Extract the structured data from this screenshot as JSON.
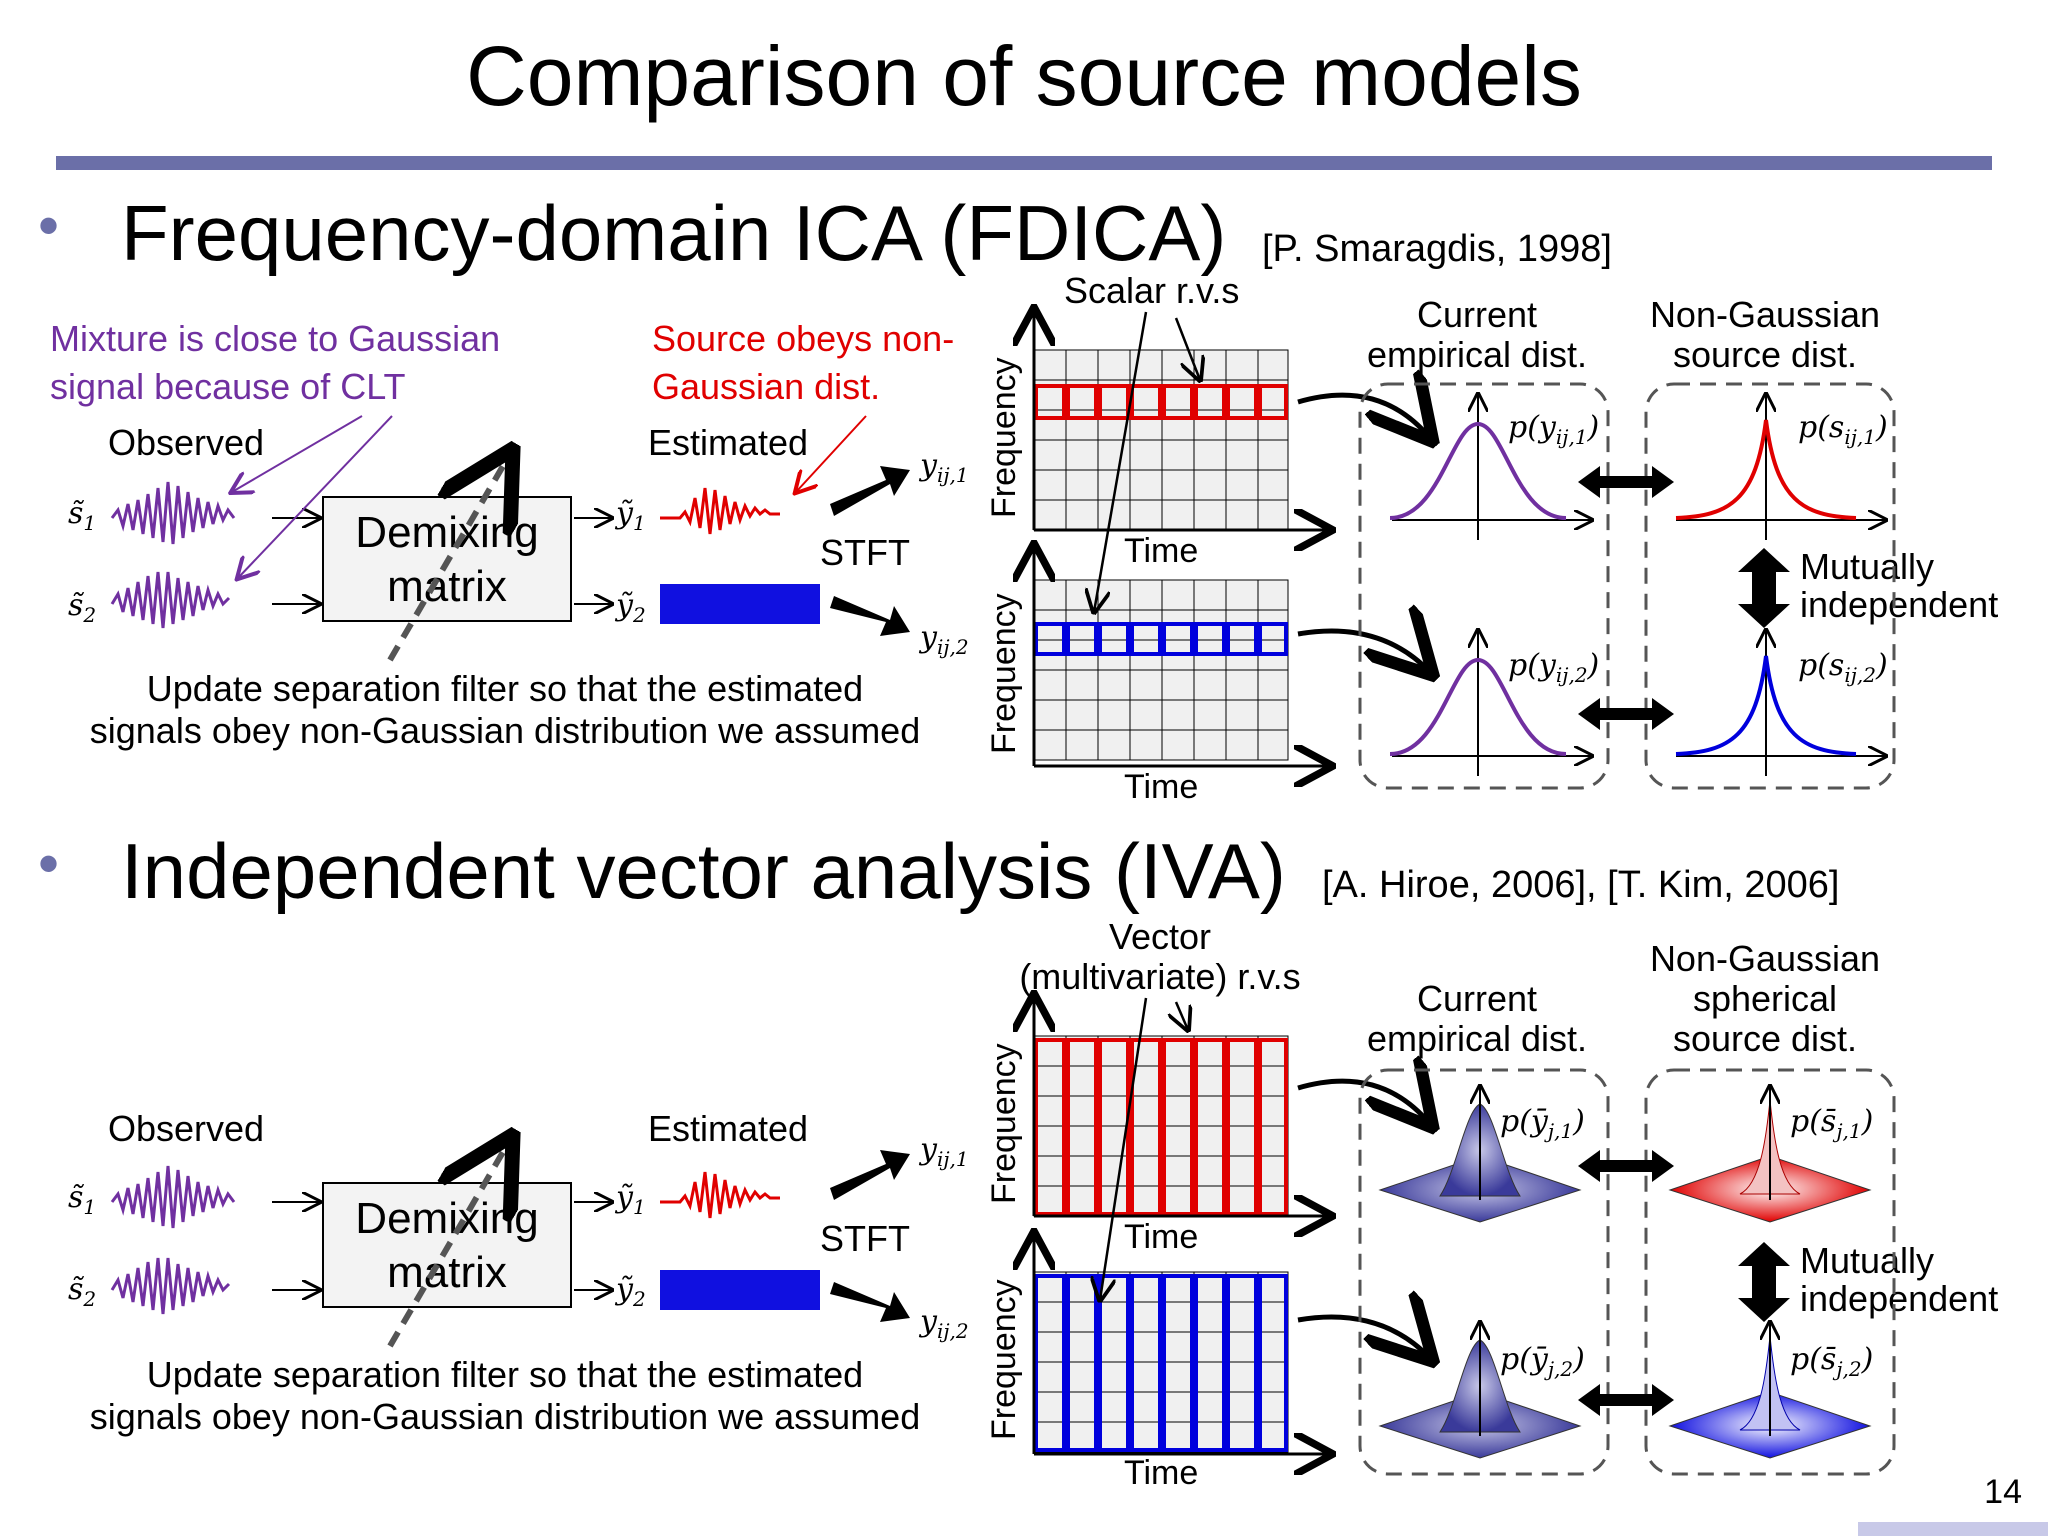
{
  "title": "Comparison of source models",
  "page_number": "14",
  "colors": {
    "accent_bar": "#6b6fa8",
    "purple": "#7030a0",
    "red": "#e00000",
    "blue": "#0000dd"
  },
  "fdica": {
    "bullet": "Frequency-domain ICA (FDICA)",
    "ref": "[P. Smaragdis, 1998]",
    "mixture_note_line1": "Mixture is close to Gaussian",
    "mixture_note_line2": "signal because of CLT",
    "source_note_line1": "Source obeys non-",
    "source_note_line2": "Gaussian dist.",
    "observed": "Observed",
    "estimated": "Estimated",
    "demix_line1": "Demixing",
    "demix_line2": "matrix",
    "stft": "STFT",
    "update_line1": "Update separation filter so that the estimated",
    "update_line2": "signals obey non-Gaussian distribution we assumed",
    "rv_label": "Scalar r.v.s",
    "frequency_axis": "Frequency",
    "time_axis": "Time",
    "current_dist_line1": "Current",
    "current_dist_line2": "empirical dist.",
    "source_dist_line1": "Non-Gaussian",
    "source_dist_line2": "source dist.",
    "mutually_line1": "Mutually",
    "mutually_line2": "independent",
    "s1": "s̃",
    "s1_sub": "1",
    "s2": "s̃",
    "s2_sub": "2",
    "y1": "ỹ",
    "y1_sub": "1",
    "y2": "ỹ",
    "y2_sub": "2",
    "yij1": "y",
    "yij1_sub": "ij,1",
    "yij2": "y",
    "yij2_sub": "ij,2",
    "p_y1": "p(y",
    "p_y1_sub": "ij,1",
    "p_close": ")",
    "p_y2": "p(y",
    "p_y2_sub": "ij,2",
    "p_s1": "p(s",
    "p_s1_sub": "ij,1",
    "p_s2": "p(s",
    "p_s2_sub": "ij,2"
  },
  "iva": {
    "bullet": "Independent vector analysis (IVA)",
    "ref": "[A. Hiroe, 2006], [T. Kim, 2006]",
    "observed": "Observed",
    "estimated": "Estimated",
    "demix_line1": "Demixing",
    "demix_line2": "matrix",
    "stft": "STFT",
    "update_line1": "Update separation filter so that the estimated",
    "update_line2": "signals obey non-Gaussian distribution we assumed",
    "rv_label_line1": "Vector",
    "rv_label_line2": "(multivariate) r.v.s",
    "frequency_axis": "Frequency",
    "time_axis": "Time",
    "current_dist_line1": "Current",
    "current_dist_line2": "empirical dist.",
    "source_dist_line1": "Non-Gaussian",
    "source_dist_line2": "spherical",
    "source_dist_line3": "source dist.",
    "mutually_line1": "Mutually",
    "mutually_line2": "independent",
    "p_y1": "p(ȳ",
    "p_y1_sub": "j,1",
    "p_y2": "p(ȳ",
    "p_y2_sub": "j,2",
    "p_s1": "p(s̄",
    "p_s1_sub": "j,1",
    "p_s2": "p(s̄",
    "p_s2_sub": "j,2"
  }
}
